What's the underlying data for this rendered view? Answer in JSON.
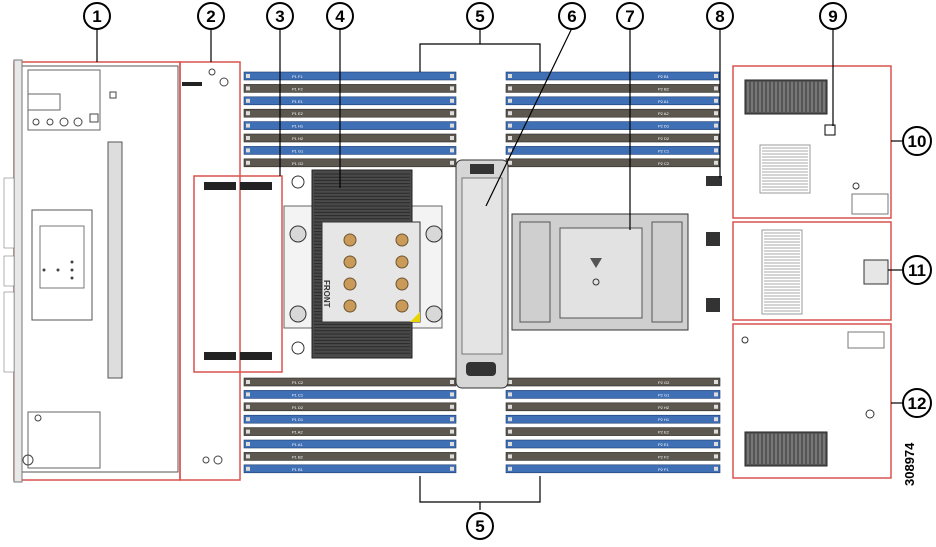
{
  "callouts": {
    "c1": "1",
    "c2": "2",
    "c3": "3",
    "c4": "4",
    "c5_top": "5",
    "c6": "6",
    "c7": "7",
    "c8": "8",
    "c9": "9",
    "c10": "10",
    "c11": "11",
    "c12": "12",
    "c5_bottom": "5"
  },
  "figure_id": "308974",
  "cpu_label": "FRONT",
  "dimm_labels": {
    "top_left": [
      "P1 F1",
      "P1 F2",
      "P1 E1",
      "P1 E2",
      "P1 H1",
      "P1 H2",
      "P1 G1",
      "P1 G2"
    ],
    "top_right": [
      "P2 B1",
      "P2 B2",
      "P2 A1",
      "P2 A2",
      "P2 D1",
      "P2 D2",
      "P2 C1",
      "P2 C2"
    ],
    "bottom_left": [
      "P1 C2",
      "P1 C1",
      "P1 D2",
      "P1 D1",
      "P1 A2",
      "P1 A1",
      "P1 B2",
      "P1 B1"
    ],
    "bottom_right": [
      "P2 G2",
      "P2 G1",
      "P2 H2",
      "P2 H1",
      "P2 E2",
      "P2 E1",
      "P2 F2",
      "P2 F1"
    ]
  },
  "colors": {
    "dimm_blue": "#3f6fb5",
    "dimm_gray": "#5c574f",
    "highlight": "#d9534f"
  }
}
